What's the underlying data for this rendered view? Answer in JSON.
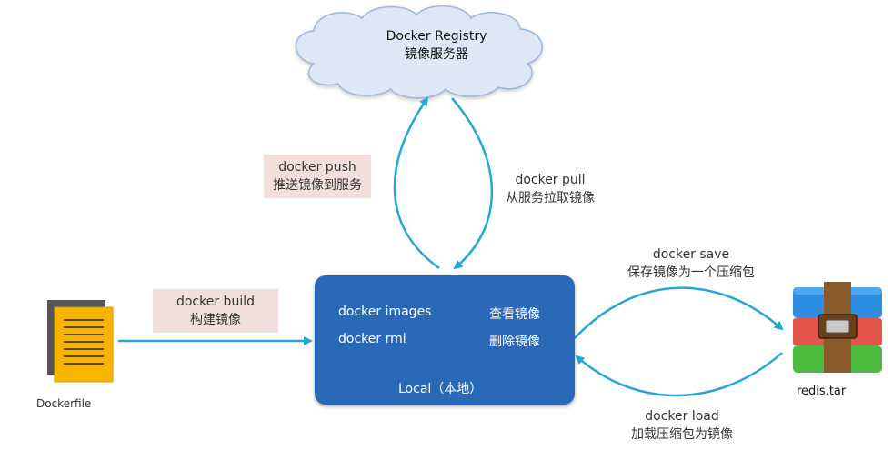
{
  "registry": {
    "title": "Docker Registry",
    "subtitle": "镜像服务器"
  },
  "local": {
    "images_cmd": "docker images",
    "images_desc": "查看镜像",
    "rmi_cmd": "docker rmi",
    "rmi_desc": "删除镜像",
    "caption": "Local（本地）"
  },
  "edges": {
    "push": {
      "cmd": "docker push",
      "desc": "推送镜像到服务"
    },
    "pull": {
      "cmd": "docker pull",
      "desc": "从服务拉取镜像"
    },
    "build": {
      "cmd": "docker build",
      "desc": "构建镜像"
    },
    "save": {
      "cmd": "docker save",
      "desc": "保存镜像为一个压缩包"
    },
    "load": {
      "cmd": "docker load",
      "desc": "加载压缩包为镜像"
    }
  },
  "dockerfile": {
    "label": "Dockerfile"
  },
  "archive": {
    "label": "redis.tar"
  },
  "colors": {
    "arrow": "#27a6d6",
    "local_box": "#2a68b8",
    "label_bg": "#f3dede",
    "cloud": "#dfe7f7"
  }
}
